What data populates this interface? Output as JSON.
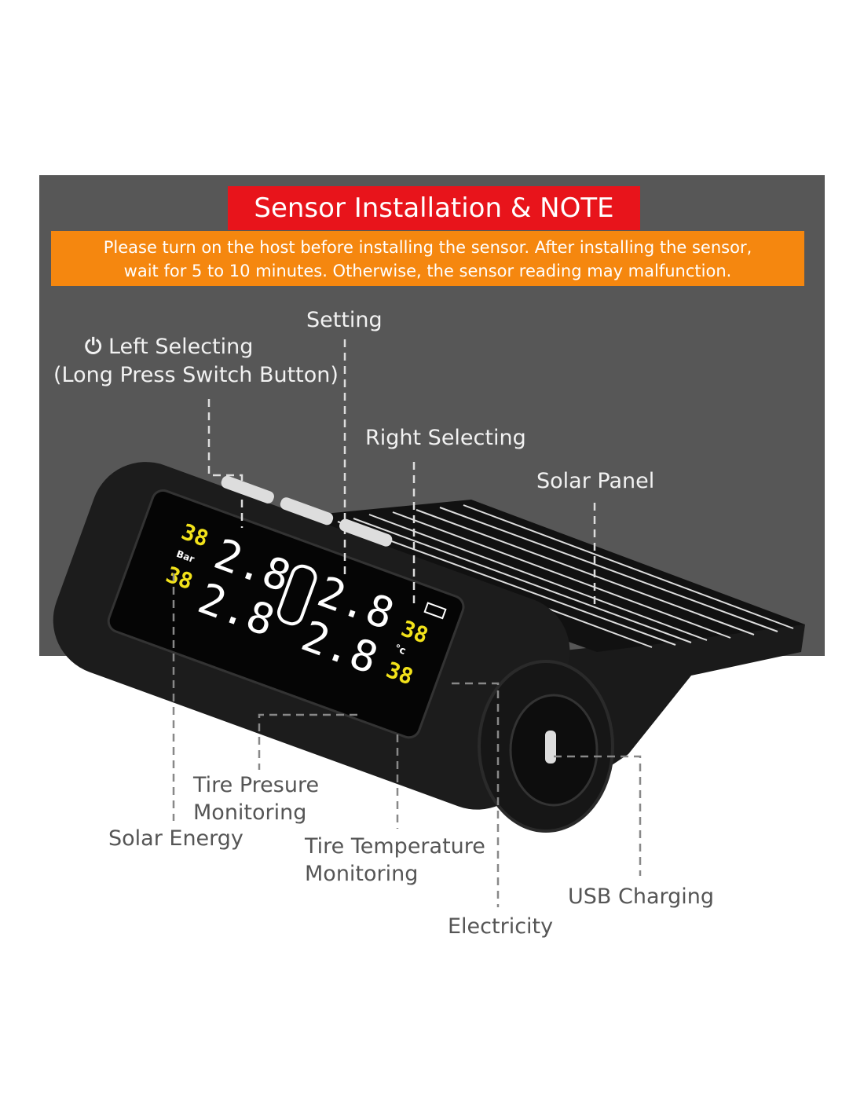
{
  "header": {
    "title": "Sensor Installation & NOTE",
    "note_line1": "Please turn on the host before installing the sensor. After installing the sensor,",
    "note_line2": "wait for 5 to 10 minutes. Otherwise, the sensor reading may malfunction."
  },
  "labels": {
    "setting": "Setting",
    "left_selecting": "Left Selecting",
    "long_press": "(Long Press Switch Button)",
    "right_selecting": "Right Selecting",
    "solar_panel": "Solar Panel",
    "tire_pressure_1": "Tire Presure",
    "tire_pressure_2": "Monitoring",
    "solar_energy": "Solar Energy",
    "tire_temp_1": "Tire Temperature",
    "tire_temp_2": "Monitoring",
    "usb_charging": "USB Charging",
    "electricity": "Electricity"
  },
  "display": {
    "pressure_fl": "2.8",
    "pressure_rl": "2.8",
    "pressure_fr": "2.8",
    "pressure_rr": "2.8",
    "temp_left_top": "38",
    "temp_left_bottom": "38",
    "temp_right_top": "38",
    "temp_right_bottom": "38",
    "unit_pressure": "Bar",
    "unit_temp": "°c"
  },
  "colors": {
    "title_bg": "#e8141b",
    "note_bg": "#f5870f",
    "banner": "#575757",
    "lcd_yellow": "#f2e21a"
  }
}
